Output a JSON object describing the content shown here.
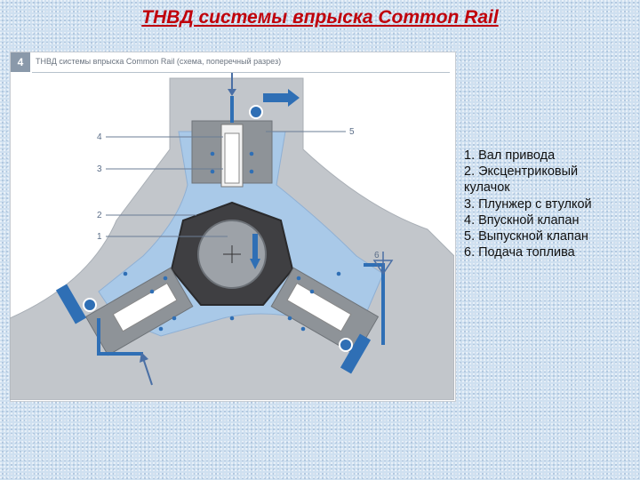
{
  "slide": {
    "title": "ТНВД системы впрыска Common Rail"
  },
  "figure": {
    "number": "4",
    "caption": "ТНВД системы впрыска Common Rail (схема, поперечный разрез)",
    "callouts": [
      "1",
      "2",
      "3",
      "4",
      "5",
      "6"
    ]
  },
  "legend": {
    "lines": [
      "1. Вал привода",
      "2. Эксцентриковый",
      "кулачок",
      "3. Плунжер с втулкой",
      "4. Впускной клапан",
      "5. Выпускной клапан",
      "6. Подача топлива"
    ]
  },
  "colors": {
    "title": "#c0000a",
    "fuel_blue": "#2f6fb5",
    "light_blue": "#a9c9e8",
    "housing_gray": "#c2c6cb",
    "cam_dark": "#3f3f42",
    "background": "#cfe0f0"
  }
}
